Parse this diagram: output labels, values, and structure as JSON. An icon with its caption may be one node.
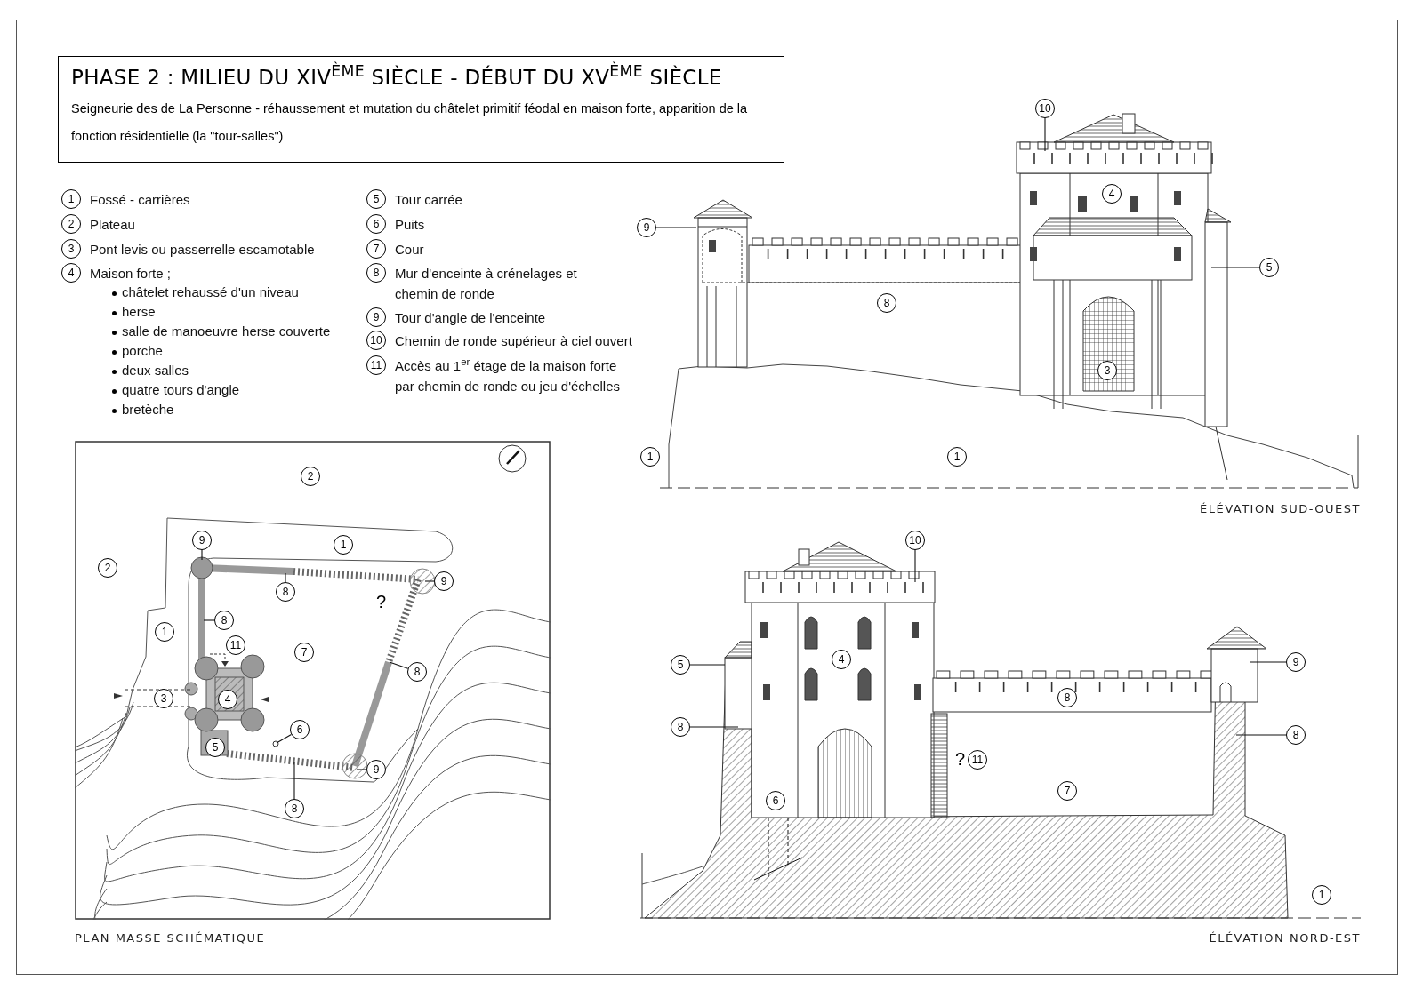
{
  "diagram": {
    "nodes": [
      {
        "text": [
          "PHASE 2 : MILIEU DU XIV$^{ÈME}$ SIÈCLE - DÉBUT DU XV$^{ÈME}$ SIÈCLE",
          "Seigneurie des de La Personne - réhaussement et mutation du châtelet primitif féodal en maison forte, apparition de la fonction résidentielle (la \"tour-salles\")"
        ]
      },
      {
        "text": [
          "PLAN MASSE SCHÉMATIQUE"
        ]
      },
      {
        "text": [
          "1"
        ],
        "beside": [
          "Fossé - carrières"
        ]
      },
      {
        "text": [
          "2"
        ],
        "beside": [
          "Plateau"
        ]
      },
      {
        "text": [
          "3"
        ],
        "beside": [
          "Pont levis ou passerrelle escamotable"
        ]
      },
      {
        "text": [
          "4"
        ],
        "beside": [
          "Maison forte ;",
          "châtelet rehaussé d'un niveau",
          "herse",
          "salle de manoeuvre herse couverte",
          "porche",
          "deux salles",
          "quatre tours d'angle",
          "bretèche"
        ]
      },
      {
        "text": [
          "5"
        ],
        "beside": [
          "Tour carrée"
        ]
      },
      {
        "text": [
          "6"
        ],
        "beside": [
          "Puits"
        ]
      },
      {
        "text": [
          "7"
        ],
        "beside": [
          "Cour"
        ]
      },
      {
        "text": [
          "8"
        ],
        "beside": [
          "Mur d'enceinte à crénelages et chemin de ronde"
        ]
      },
      {
        "text": [
          "9"
        ],
        "beside": [
          "Tour d'angle de l'enceinte"
        ]
      },
      {
        "text": [
          "10"
        ],
        "beside": [
          "Chemin de ronde supérieur à ciel ouvert"
        ]
      },
      {
        "text": [
          "11"
        ],
        "beside": [
          "Accès au 1$^{er}$ étage de la maison forte par chemin de ronde ou jeu d'échelles"
        ]
      },
      {
        "text": [
          "2"
        ],
        "in": 1
      },
      {
        "text": [
          "2"
        ],
        "in": 1
      },
      {
        "text": [
          "1"
        ],
        "in": 1
      },
      {
        "text": [
          "1"
        ],
        "in": 1
      },
      {
        "text": [
          "11"
        ],
        "in": 1
      },
      {
        "text": [
          "7"
        ],
        "in": 1
      },
      {
        "text": [
          "3"
        ],
        "in": 1
      },
      {
        "text": [
          "4"
        ],
        "in": 1
      },
      {
        "text": [
          "5"
        ],
        "in": 1
      },
      {
        "text": [
          "9"
        ],
        "in": 1
      },
      {
        "text": [
          "8"
        ],
        "in": 1
      },
      {
        "text": [
          "9"
        ],
        "in": 1
      },
      {
        "text": [
          "8"
        ],
        "in": 1
      },
      {
        "text": [
          "8"
        ],
        "in": 1
      },
      {
        "text": [
          "6"
        ],
        "in": 1
      },
      {
        "text": [
          "9"
        ],
        "in": 1
      },
      {
        "text": [
          "8"
        ],
        "in": 1
      },
      {
        "text": [
          "10"
        ]
      },
      {
        "text": [
          "4"
        ]
      },
      {
        "text": [
          "9"
        ]
      },
      {
        "text": [
          "5"
        ]
      },
      {
        "text": [
          "8"
        ]
      },
      {
        "text": [
          "3"
        ]
      },
      {
        "text": [
          "1"
        ]
      },
      {
        "text": [
          "1"
        ]
      },
      {
        "text": [
          "10"
        ]
      },
      {
        "text": [
          "5"
        ]
      },
      {
        "text": [
          "4"
        ]
      },
      {
        "text": [
          "8"
        ]
      },
      {
        "text": [
          "8"
        ]
      },
      {
        "text": [
          "9"
        ]
      },
      {
        "text": [
          "8"
        ]
      },
      {
        "text": [
          "11"
        ]
      },
      {
        "text": [
          "7"
        ]
      },
      {
        "text": [
          "6"
        ]
      },
      {
        "text": [
          "1"
        ]
      }
    ],
    "edges": [
      {
        "from": 22,
        "to": null,
        "arrow": "none"
      },
      {
        "from": 23,
        "to": null,
        "arrow": "none"
      },
      {
        "from": 24,
        "to": null,
        "arrow": "none"
      },
      {
        "from": 25,
        "to": null,
        "arrow": "none"
      },
      {
        "from": 26,
        "to": null,
        "arrow": "none"
      },
      {
        "from": 27,
        "to": null,
        "arrow": "none"
      },
      {
        "from": 28,
        "to": null,
        "arrow": "none"
      },
      {
        "from": 29,
        "to": null,
        "arrow": "none"
      },
      {
        "from": 30,
        "to": null,
        "arrow": "none"
      },
      {
        "from": 32,
        "to": null,
        "arrow": "none"
      },
      {
        "from": 33,
        "to": null,
        "arrow": "none"
      },
      {
        "from": 38,
        "to": null,
        "arrow": "none"
      },
      {
        "from": 39,
        "to": null,
        "arrow": "none"
      },
      {
        "from": 42,
        "to": null,
        "arrow": "none"
      },
      {
        "from": 43,
        "to": null,
        "arrow": "none"
      },
      {
        "from": 44,
        "to": null,
        "arrow": "none"
      }
    ],
    "labels": [
      "?",
      "ÉLÉVATION SUD-OUEST",
      "?",
      "ÉLÉVATION NORD-EST"
    ]
  }
}
